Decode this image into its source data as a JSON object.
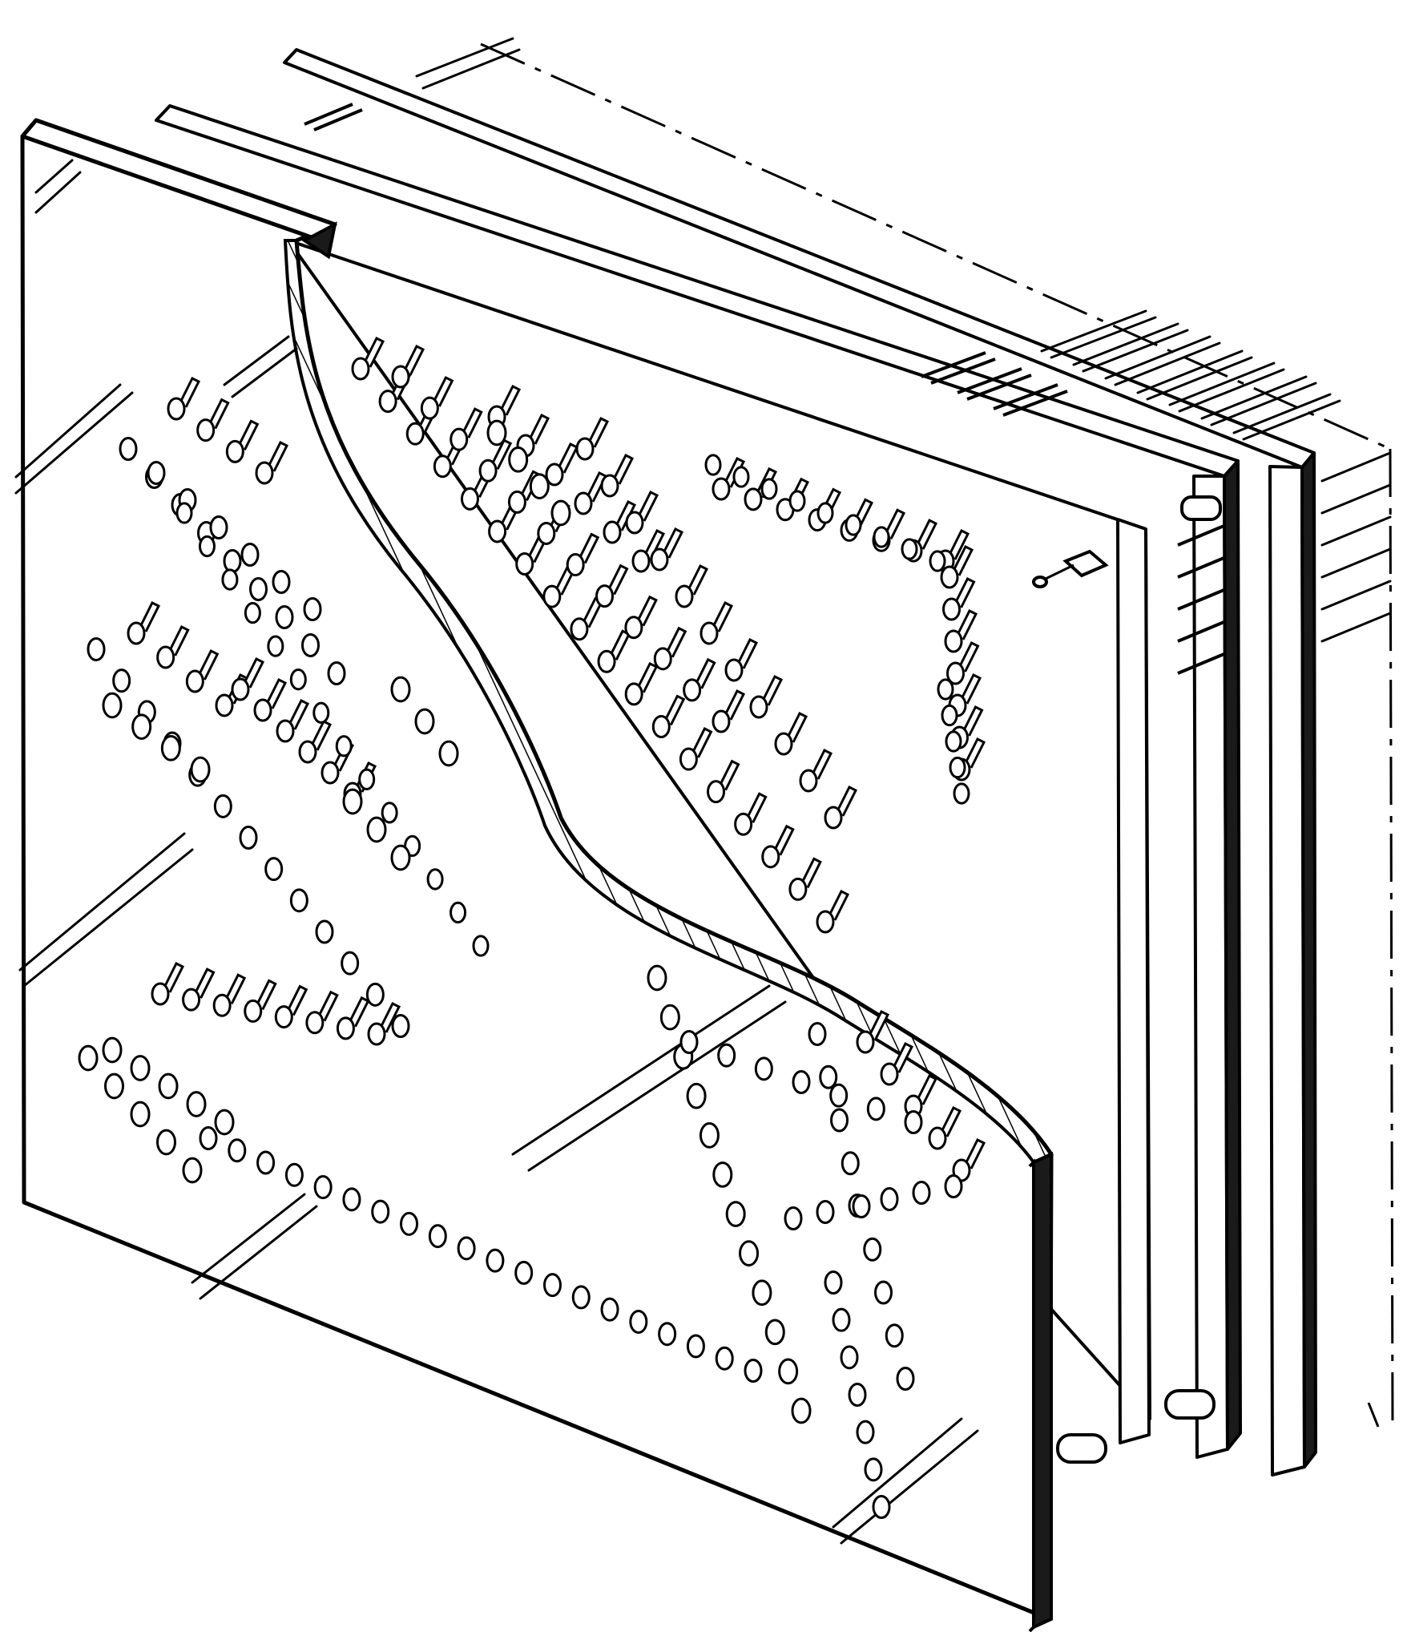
{
  "figure": {
    "kind": "patent-style line drawing",
    "line_color": "#000000",
    "background_color": "#ffffff",
    "components": [
      "front-panel",
      "front-panel-cutaway",
      "middle-panel",
      "rear-panel",
      "mounting-posts",
      "pin-arrays",
      "hole-arrays",
      "phantom-outlines"
    ],
    "labels": []
  }
}
